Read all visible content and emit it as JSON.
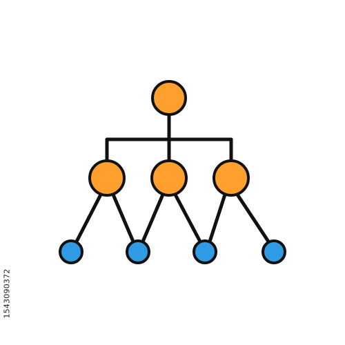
{
  "diagram": {
    "type": "hierarchy-tree",
    "stock_id": "1543090372",
    "colors": {
      "line": "#111111",
      "node_primary": "#FFA02E",
      "node_leaf": "#2F9BE4",
      "background": "#FFFFFF"
    },
    "nodes": [
      {
        "id": "root",
        "level": 0,
        "color": "node_primary"
      },
      {
        "id": "mid-left",
        "level": 1,
        "color": "node_primary"
      },
      {
        "id": "mid-center",
        "level": 1,
        "color": "node_primary"
      },
      {
        "id": "mid-right",
        "level": 1,
        "color": "node_primary"
      },
      {
        "id": "leaf-1",
        "level": 2,
        "color": "node_leaf"
      },
      {
        "id": "leaf-2",
        "level": 2,
        "color": "node_leaf"
      },
      {
        "id": "leaf-3",
        "level": 2,
        "color": "node_leaf"
      },
      {
        "id": "leaf-4",
        "level": 2,
        "color": "node_leaf"
      }
    ],
    "edges": [
      {
        "from": "root",
        "to": "mid-left"
      },
      {
        "from": "root",
        "to": "mid-center"
      },
      {
        "from": "root",
        "to": "mid-right"
      },
      {
        "from": "mid-left",
        "to": "leaf-1"
      },
      {
        "from": "mid-left",
        "to": "leaf-2"
      },
      {
        "from": "mid-center",
        "to": "leaf-2"
      },
      {
        "from": "mid-center",
        "to": "leaf-3"
      },
      {
        "from": "mid-right",
        "to": "leaf-3"
      },
      {
        "from": "mid-right",
        "to": "leaf-4"
      }
    ]
  }
}
